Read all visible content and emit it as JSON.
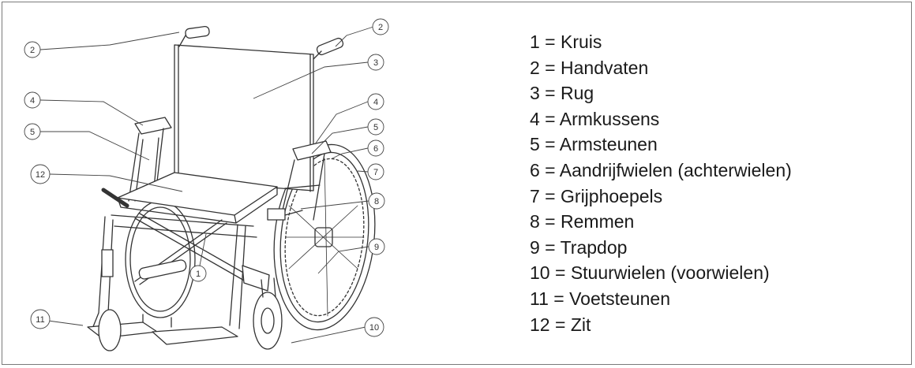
{
  "legend": [
    {
      "num": "1",
      "sep": " = ",
      "label": "Kruis"
    },
    {
      "num": "2",
      "sep": " = ",
      "label": "Handvaten"
    },
    {
      "num": "3",
      "sep": " = ",
      "label": "Rug"
    },
    {
      "num": "4",
      "sep": " = ",
      "label": "Armkussens"
    },
    {
      "num": "5",
      "sep": " = ",
      "label": "Armsteunen"
    },
    {
      "num": "6",
      "sep": " = ",
      "label": "Aandrijfwielen (achterwielen)"
    },
    {
      "num": "7",
      "sep": " = ",
      "label": "Grijphoepels"
    },
    {
      "num": "8",
      "sep": " = ",
      "label": "Remmen"
    },
    {
      "num": "9",
      "sep": " = ",
      "label": "Trapdop"
    },
    {
      "num": "10",
      "sep": " = ",
      "label": "Stuurwielen (voorwielen)"
    },
    {
      "num": "11",
      "sep": " = ",
      "label": "Voetsteunen"
    },
    {
      "num": "12",
      "sep": " = ",
      "label": "Zit"
    }
  ],
  "callouts": {
    "c1": "1",
    "c2a": "2",
    "c2b": "2",
    "c3": "3",
    "c4a": "4",
    "c4b": "4",
    "c5a": "5",
    "c5b": "5",
    "c6": "6",
    "c7": "7",
    "c8": "8",
    "c9": "9",
    "c10": "10",
    "c11": "11",
    "c12": "12"
  },
  "colors": {
    "line": "#333333",
    "frame": "#7a7a7a",
    "text": "#1a1a1a"
  }
}
